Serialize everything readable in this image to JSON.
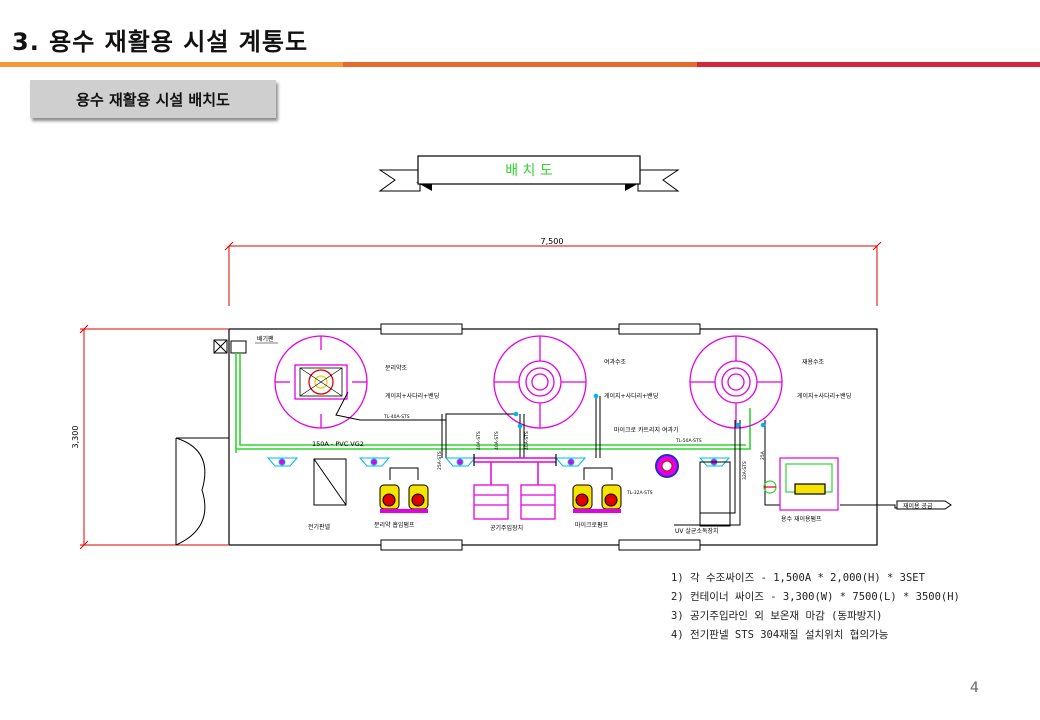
{
  "page": {
    "title": "3. 용수 재활용 시설 계통도",
    "section_label": "용수 재활용 시설 배치도",
    "page_number": "4"
  },
  "drawing": {
    "banner": "배 치 도",
    "width_dim": "7,500",
    "height_dim": "3,300",
    "labels": {
      "exhaust_fan": "배기팬",
      "separation_tank": "분리약조",
      "filter_tank": "여과수조",
      "reuse_tank": "재용수조",
      "maintenance_1": "게이지+사다리+밴딩",
      "maintenance_2": "게이지+사다리+밴딩",
      "maintenance_3": "게이지+사다리+밴딩",
      "pipe_main": "150A - PVC VG2",
      "pipe_tl1": "TL-40A-STS",
      "pipe_tl2": "TL-32A-STS",
      "pipe_tl3": "TL-50A-STS",
      "pipe_tl4": "TL-32A-STS",
      "cartridge": "마이크로 카트리지 여과기",
      "vertical_1": "25A-STS",
      "vertical_2": "40A-STS",
      "vertical_3": "40A-STS",
      "vertical_4": "40A-STS",
      "vertical_5": "32A-STS",
      "vertical_6": "25A",
      "electric_panel": "전기판넬",
      "separation_pump": "분리약 흡입펌프",
      "air_supply": "공기주입장치",
      "micro_pump": "마이크로펌프",
      "uv": "UV 살균소독장치",
      "reuse_pump": "용수 재이용펌프",
      "reuse_supply": "재이용 공급"
    }
  },
  "notes": [
    "1) 각 수조싸이즈 - 1,500A * 2,000(H) * 3SET",
    "2) 컨테이너 싸이즈 - 3,300(W) * 7500(L) * 3500(H)",
    "3) 공기주입라인 외 보온재 마감 (동파방지)",
    "4) 전기판넬 STS 304재질 설치위치 협의가능"
  ],
  "colors": {
    "rule_orange": "#f29a37",
    "rule_red": "#d3263c",
    "magenta": "#e300e3",
    "green": "#2fd62f",
    "red_dim": "#e00000",
    "cyan": "#00b7e8"
  }
}
